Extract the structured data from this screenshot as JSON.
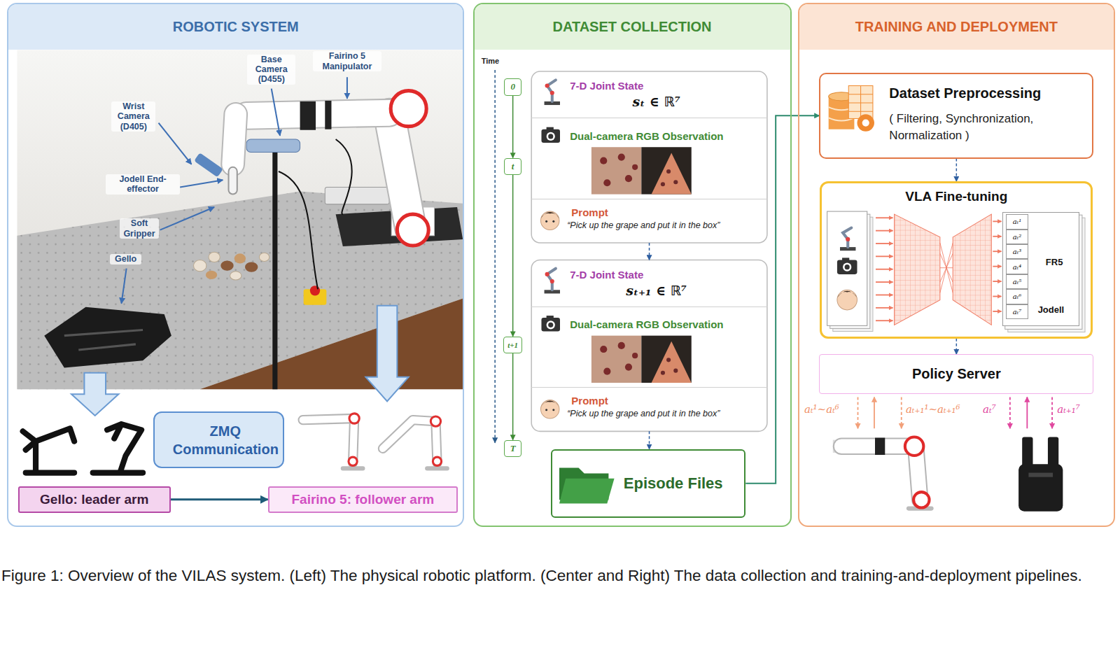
{
  "diagram": {
    "caption": "Figure 1: Overview of the VILAS system. (Left) The physical robotic platform. (Center and Right) The data collection and training-and-deployment pipelines.",
    "nodes": [
      {
        "text": [
          "ROBOTIC SYSTEM"
        ]
      },
      {
        "text": [
          "ZMQ Communication"
        ],
        "in": 0
      },
      {
        "text": [
          "Gello: leader arm"
        ],
        "in": 0
      },
      {
        "text": [
          "Fairino 5: follower arm"
        ],
        "in": 0
      },
      {
        "text": [
          "DATASET COLLECTION"
        ]
      },
      {
        "text": [
          "0"
        ],
        "in": 4
      },
      {
        "text": [
          "t"
        ],
        "in": 4
      },
      {
        "text": [
          "t+1"
        ],
        "in": 4
      },
      {
        "text": [
          "T"
        ],
        "in": 4
      },
      {
        "text": [
          "7-D Joint State",
          "sₜ ∈ ℝ⁷"
        ],
        "in": 4
      },
      {
        "text": [
          "Dual-camera RGB Observation"
        ],
        "in": 4
      },
      {
        "text": [
          "Prompt",
          "“Pick up the grape and put it in the box”"
        ],
        "in": 4
      },
      {
        "text": [
          "7-D Joint State",
          "sₜ₊₁ ∈ ℝ⁷"
        ],
        "in": 4
      },
      {
        "text": [
          "Dual-camera RGB Observation"
        ],
        "in": 4
      },
      {
        "text": [
          "Prompt",
          "“Pick up the grape and put it in the box”"
        ],
        "in": 4
      },
      {
        "text": [
          "Episode Files"
        ],
        "in": 4
      },
      {
        "text": [
          "TRAINING AND DEPLOYMENT"
        ]
      },
      {
        "text": [
          "Dataset Preprocessing",
          "( Filtering, Synchronization, Normalization )"
        ],
        "in": 16
      },
      {
        "text": [
          "VLA Fine-tuning"
        ],
        "in": 16
      },
      {
        "text": [
          "FR5",
          "Jodell"
        ],
        "in": 18
      },
      {
        "text": [
          "aₜ¹"
        ],
        "in": 19
      },
      {
        "text": [
          "aₜ²"
        ],
        "in": 19
      },
      {
        "text": [
          "aₜ³"
        ],
        "in": 19
      },
      {
        "text": [
          "aₜ⁴"
        ],
        "in": 19
      },
      {
        "text": [
          "aₜ⁵"
        ],
        "in": 19
      },
      {
        "text": [
          "aₜ⁶"
        ],
        "in": 19
      },
      {
        "text": [
          "aₜ⁷"
        ],
        "in": 19
      },
      {
        "text": [
          "Policy Server"
        ],
        "in": 16
      }
    ],
    "edges": [
      {
        "from": 2,
        "to": 3,
        "arrow": "to"
      },
      {
        "from": 5,
        "to": 6,
        "arrow": "to"
      },
      {
        "from": 6,
        "to": 7,
        "arrow": "to"
      },
      {
        "from": 7,
        "to": 8,
        "arrow": "to"
      },
      {
        "from": 11,
        "to": 12,
        "arrow": "to"
      },
      {
        "from": 14,
        "to": 15,
        "arrow": "to"
      },
      {
        "from": 15,
        "to": 17,
        "arrow": "to"
      },
      {
        "from": 17,
        "to": 18,
        "arrow": "to"
      },
      {
        "from": 18,
        "to": 27,
        "arrow": "to"
      }
    ],
    "labels": [
      "Base Camera (D455)",
      "Fairino 5 Manipulator",
      "Wrist Camera (D405)",
      "Jodell End-effector",
      "Soft Gripper",
      "Gello",
      "Time",
      "aₜ¹~aₜ⁶",
      "aₜ₊₁¹~aₜ₊₁⁶",
      "aₜ⁷",
      "aₜ₊₁⁷"
    ]
  }
}
